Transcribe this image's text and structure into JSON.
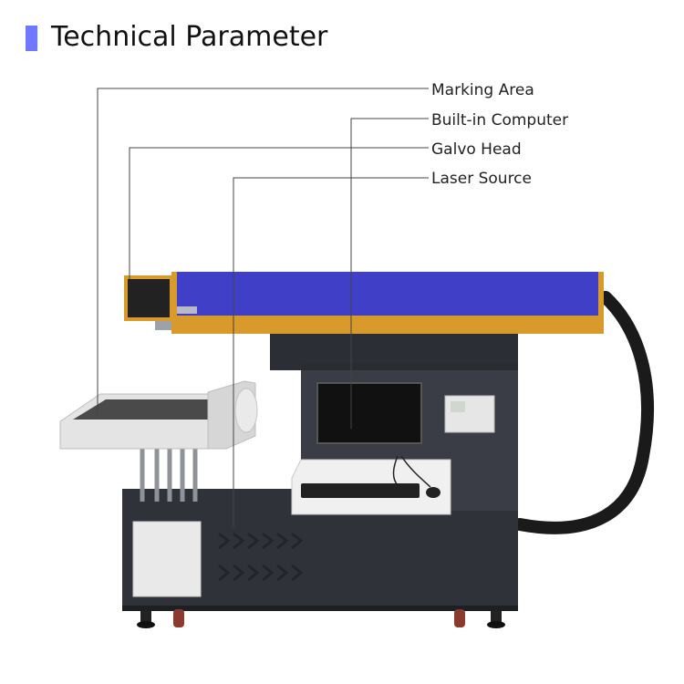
{
  "header": {
    "title": "Technical Parameter",
    "accent_color": "#6f78ff"
  },
  "callouts": [
    {
      "label": "Marking Area"
    },
    {
      "label": "Built-in Computer"
    },
    {
      "label": "Galvo Head"
    },
    {
      "label": "Laser Source"
    }
  ],
  "colors": {
    "laser_tube": "#3f3fc8",
    "tube_trim": "#d99a2c",
    "cabinet": "#2e3138",
    "worktable": "#e6e6e6"
  }
}
